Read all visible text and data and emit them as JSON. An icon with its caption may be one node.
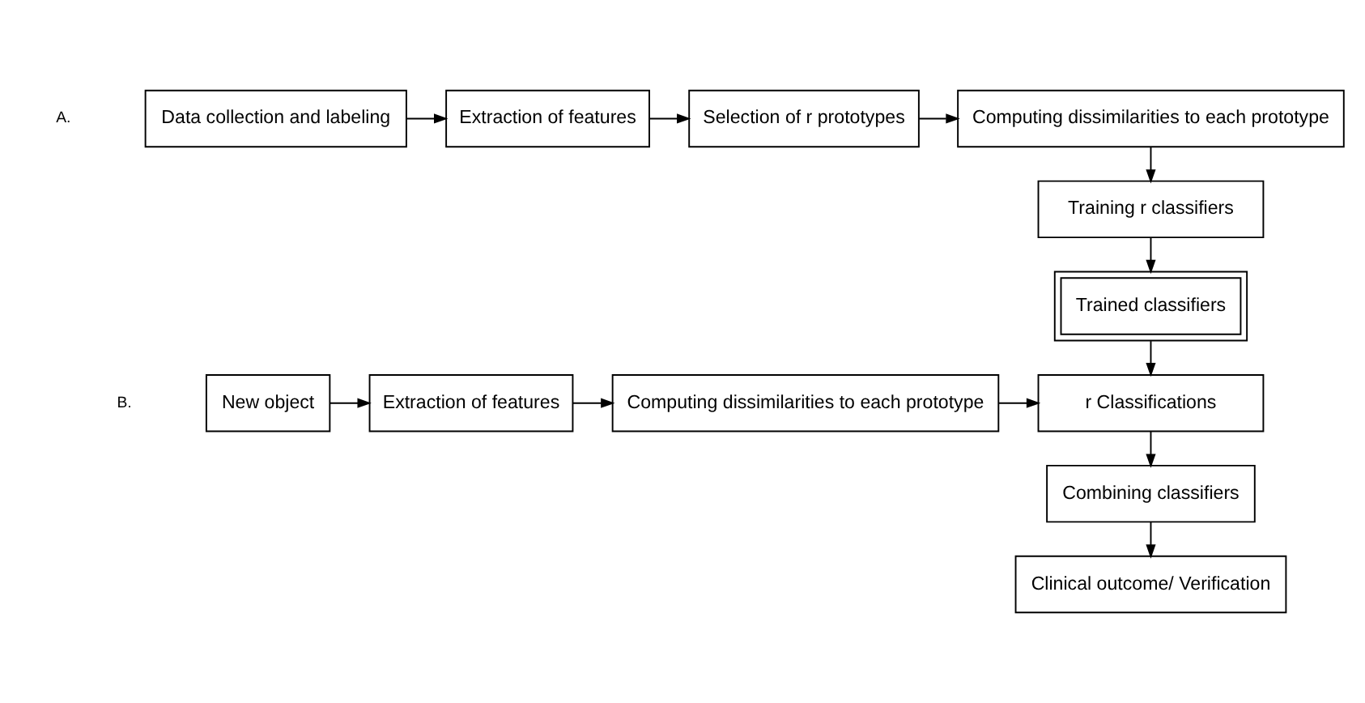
{
  "diagram": {
    "nodes": [
      {
        "text": [
          "Data collection and labeling"
        ]
      },
      {
        "text": [
          "Extraction of features"
        ]
      },
      {
        "text": [
          "Selection of r prototypes"
        ]
      },
      {
        "text": [
          "Computing dissimilarities to each prototype"
        ]
      },
      {
        "text": [
          "Training r classifiers"
        ]
      },
      {
        "text": [
          "Trained classifiers"
        ]
      },
      {
        "text": [
          "New object"
        ]
      },
      {
        "text": [
          "Extraction of features"
        ]
      },
      {
        "text": [
          "Computing dissimilarities to each prototype"
        ]
      },
      {
        "text": [
          "r Classifications"
        ]
      },
      {
        "text": [
          "Combining classifiers"
        ]
      },
      {
        "text": [
          "Clinical outcome/ Verification"
        ]
      }
    ],
    "edges": [
      {
        "from": 0,
        "to": 1,
        "arrow": "to"
      },
      {
        "from": 1,
        "to": 2,
        "arrow": "to"
      },
      {
        "from": 2,
        "to": 3,
        "arrow": "to"
      },
      {
        "from": 3,
        "to": 4,
        "arrow": "to"
      },
      {
        "from": 4,
        "to": 5,
        "arrow": "to"
      },
      {
        "from": 5,
        "to": 9,
        "arrow": "to"
      },
      {
        "from": 6,
        "to": 7,
        "arrow": "to"
      },
      {
        "from": 7,
        "to": 8,
        "arrow": "to"
      },
      {
        "from": 8,
        "to": 9,
        "arrow": "to"
      },
      {
        "from": 9,
        "to": 10,
        "arrow": "to"
      },
      {
        "from": 10,
        "to": 11,
        "arrow": "to"
      }
    ],
    "labels": [
      "A.",
      "B."
    ]
  }
}
